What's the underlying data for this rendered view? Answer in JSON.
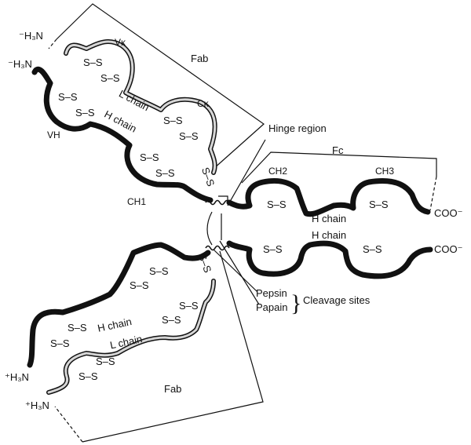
{
  "labels": {
    "fab_top": "Fab",
    "fab_bottom": "Fab",
    "fc": "Fc",
    "hinge_region": "Hinge region",
    "vk": "Vκ",
    "ck": "Cκ",
    "vh": "VH",
    "ch1": "CH1",
    "ch2": "CH2",
    "ch3": "CH3",
    "l_chain": "L chain",
    "h_chain": "H chain",
    "n_terminus": "H₃N",
    "c_terminus": "COO⁻",
    "disulfide": "S–S",
    "pepsin": "Pepsin",
    "papain": "Papain",
    "cleavage_sites": "Cleavage sites"
  }
}
